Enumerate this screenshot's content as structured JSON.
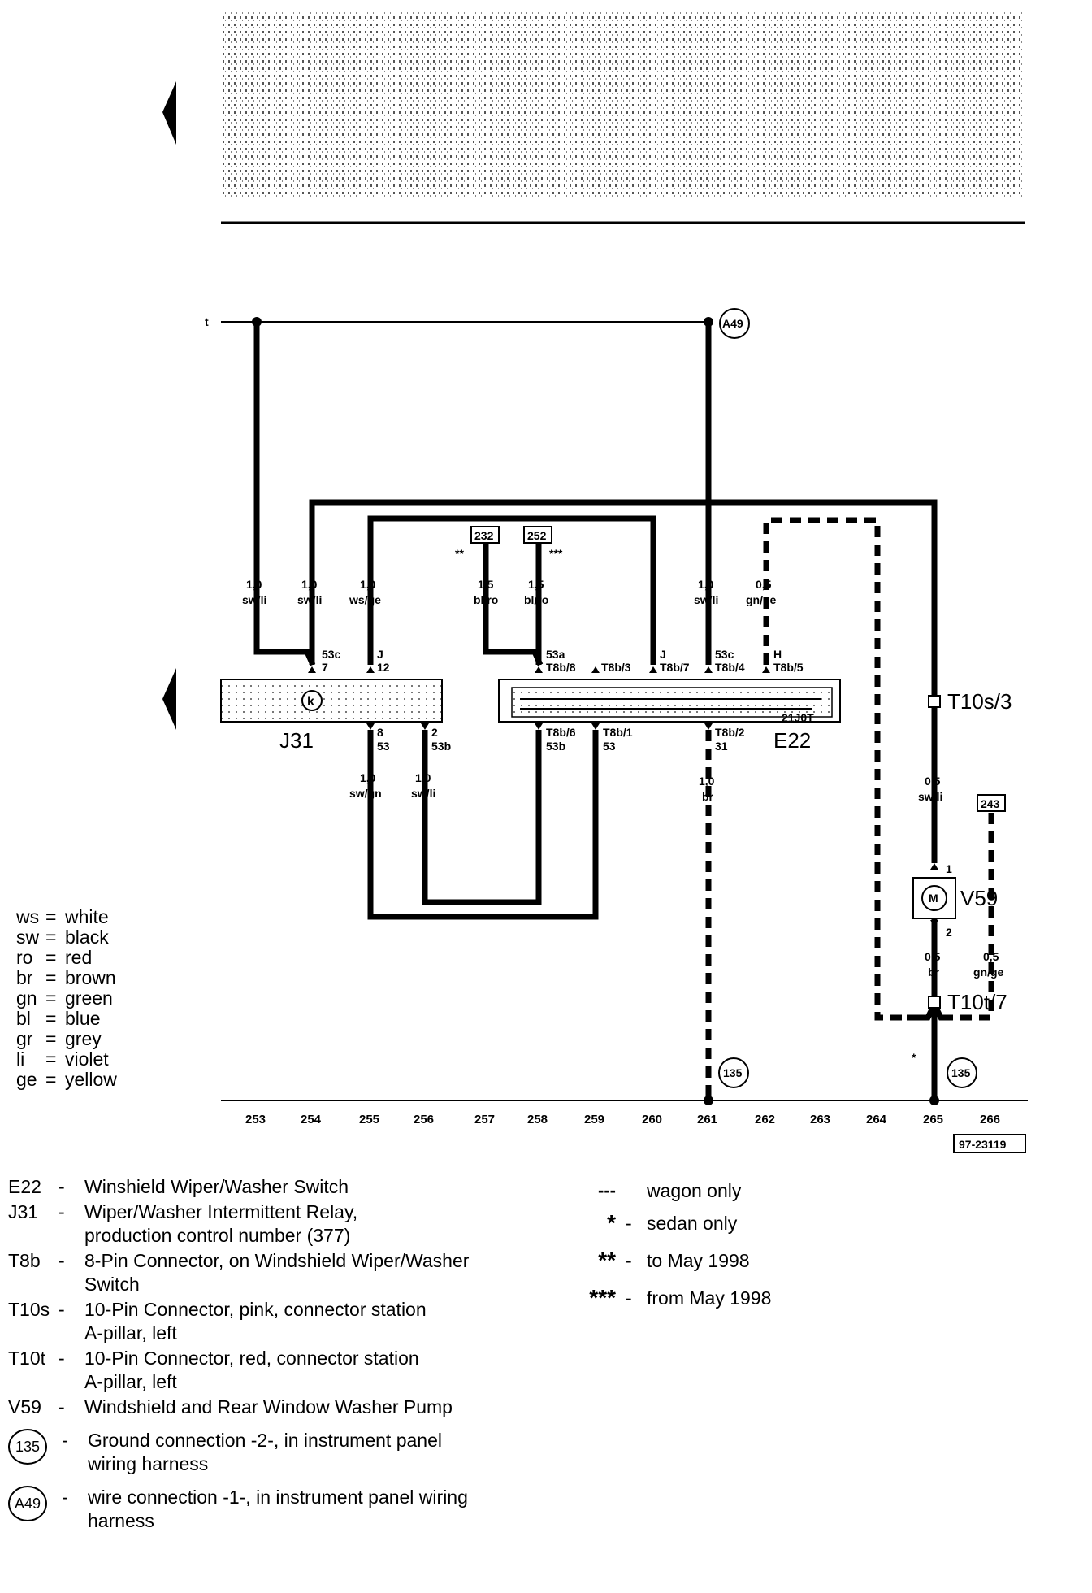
{
  "header": {
    "title_garbled": ""
  },
  "diagram": {
    "top_label": "t",
    "a49": "A49",
    "g135": "135",
    "g243": "243",
    "b232": "232",
    "b252": "252",
    "to_may": "**",
    "from_may": "***",
    "sedan_star": "*",
    "doc_id": "97-23119",
    "tracks": [
      "253",
      "254",
      "255",
      "256",
      "257",
      "258",
      "259",
      "260",
      "261",
      "262",
      "263",
      "264",
      "265",
      "266"
    ],
    "wires": [
      {
        "size": "1,0",
        "color": "sw/li"
      },
      {
        "size": "1,0",
        "color": "sw/li"
      },
      {
        "size": "1,0",
        "color": "ws/ge"
      },
      {
        "size": "1,5",
        "color": "bl/ro"
      },
      {
        "size": "1,5",
        "color": "bl/ro"
      },
      {
        "size": "1,0",
        "color": "sw/li"
      },
      {
        "size": "0,5",
        "color": "gn/ge"
      },
      {
        "size": "1,0",
        "color": "sw/gn"
      },
      {
        "size": "1,0",
        "color": "sw/li"
      },
      {
        "size": "1,0",
        "color": "br"
      },
      {
        "size": "0,5",
        "color": "sw/li"
      },
      {
        "size": "0,5",
        "color": "br"
      },
      {
        "size": "0,5",
        "color": "gn/ge"
      }
    ],
    "pins": {
      "j31_53c": "53c",
      "j31_7": "7",
      "j31_J": "J",
      "j31_12": "12",
      "j31_8": "8",
      "j31_53": "53",
      "j31_2": "2",
      "j31_53b": "53b",
      "e22_53a": "53a",
      "e22_t8b8": "T8b/8",
      "e22_t8b3": "T8b/3",
      "e22_J": "J",
      "e22_t8b7": "T8b/7",
      "e22_53c": "53c",
      "e22_t8b4": "T8b/4",
      "e22_H": "H",
      "e22_t8b5": "T8b/5",
      "e22_t8b6": "T8b/6",
      "e22_53b": "53b",
      "e22_t8b1": "T8b/1",
      "e22_53": "53",
      "e22_t8b2": "T8b/2",
      "e22_31": "31",
      "e22_inner": "21J0T",
      "v59_1": "1",
      "v59_2": "2",
      "motor": "M"
    },
    "components": {
      "j31": "J31",
      "e22": "E22",
      "v59": "V59",
      "t10s3": "T10s/3",
      "t10t7": "T10t/7"
    }
  },
  "color_codes": [
    {
      "code": "ws",
      "name": "white"
    },
    {
      "code": "sw",
      "name": "black"
    },
    {
      "code": "ro",
      "name": "red"
    },
    {
      "code": "br",
      "name": "brown"
    },
    {
      "code": "gn",
      "name": "green"
    },
    {
      "code": "bl",
      "name": "blue"
    },
    {
      "code": "gr",
      "name": "grey"
    },
    {
      "code": "li",
      "name": "violet"
    },
    {
      "code": "ge",
      "name": "yellow"
    }
  ],
  "legend": [
    {
      "code": "E22",
      "text": [
        "Winshield Wiper/Washer Switch"
      ]
    },
    {
      "code": "J31",
      "text": [
        "Wiper/Washer Intermittent Relay,",
        "production control number (377)"
      ]
    },
    {
      "code": "T8b",
      "text": [
        "8-Pin Connector, on Windshield Wiper/Washer",
        "Switch"
      ]
    },
    {
      "code": "T10s",
      "text": [
        "10-Pin Connector, pink, connector station",
        "A-pillar, left"
      ]
    },
    {
      "code": "T10t",
      "text": [
        "10-Pin Connector, red, connector station",
        "A-pillar, left"
      ]
    },
    {
      "code": "V59",
      "text": [
        "Windshield and Rear Window Washer Pump"
      ]
    }
  ],
  "legend_circles": [
    {
      "code": "135",
      "text": [
        "Ground connection -2-, in instrument panel",
        "wiring harness"
      ]
    },
    {
      "code": "A49",
      "text": [
        "wire connection -1-, in instrument panel wiring",
        "harness"
      ]
    }
  ],
  "notes": [
    {
      "symbol": "---",
      "text": "wagon only"
    },
    {
      "symbol": "*",
      "text": "sedan only"
    },
    {
      "symbol": "**",
      "text": "to May 1998"
    },
    {
      "symbol": "***",
      "text": "from May 1998"
    }
  ],
  "separator": "-"
}
